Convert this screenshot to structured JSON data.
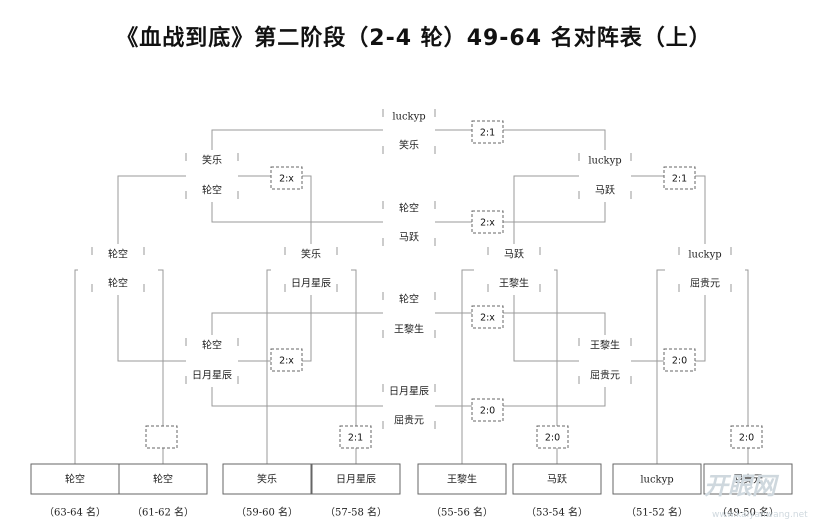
{
  "title": "《血战到底》第二阶段（2-4 轮）49-64 名对阵表（上）",
  "watermark": {
    "text": "开眼网",
    "sub": "www.kaiyanwang.net"
  },
  "players": {
    "p1": "luckyp",
    "p2": "笑乐",
    "p3": "轮空",
    "p4": "马跃",
    "p5": "王黎生",
    "p6": "日月星辰",
    "p7": "屈贵元"
  },
  "slots": [
    {
      "id": "s1",
      "player": "轮空",
      "rank": "（63-64 名）"
    },
    {
      "id": "s2",
      "player": "轮空",
      "rank": "（61-62 名）"
    },
    {
      "id": "s3",
      "player": "笑乐",
      "rank": "（59-60 名）"
    },
    {
      "id": "s4",
      "player": "日月星辰",
      "rank": "（57-58 名）"
    },
    {
      "id": "s5",
      "player": "王黎生",
      "rank": "（55-56 名）"
    },
    {
      "id": "s6",
      "player": "马跃",
      "rank": "（53-54 名）"
    },
    {
      "id": "s7",
      "player": "luckyp",
      "rank": "（51-52 名）"
    },
    {
      "id": "s8",
      "player": "屈贵元",
      "rank": "（49-50 名）"
    }
  ],
  "matches": [
    {
      "id": "m1",
      "top": "luckyp",
      "bottom": "笑乐",
      "score": "2:1"
    },
    {
      "id": "m2",
      "top": "笑乐",
      "bottom": "轮空",
      "score": "2:x"
    },
    {
      "id": "m3",
      "top": "luckyp",
      "bottom": "马跃",
      "score": "2:1"
    },
    {
      "id": "m4",
      "top": "轮空",
      "bottom": "马跃",
      "score": "2:x"
    },
    {
      "id": "m5",
      "top": "轮空",
      "bottom": "轮空",
      "score": ""
    },
    {
      "id": "m6",
      "top": "笑乐",
      "bottom": "日月星辰",
      "score": "2:1"
    },
    {
      "id": "m7",
      "top": "马跃",
      "bottom": "王黎生",
      "score": "2:0"
    },
    {
      "id": "m8",
      "top": "luckyp",
      "bottom": "屈贵元",
      "score": "2:0"
    },
    {
      "id": "m9",
      "top": "轮空",
      "bottom": "王黎生",
      "score": "2:x"
    },
    {
      "id": "m10",
      "top": "轮空",
      "bottom": "日月星辰",
      "score": "2:x"
    },
    {
      "id": "m11",
      "top": "王黎生",
      "bottom": "屈贵元",
      "score": "2:0"
    },
    {
      "id": "m12",
      "top": "日月星辰",
      "bottom": "屈贵元",
      "score": "2:0"
    }
  ],
  "colors": {
    "line": "#9a9a9a",
    "box": "#666666",
    "title": "#111111"
  }
}
